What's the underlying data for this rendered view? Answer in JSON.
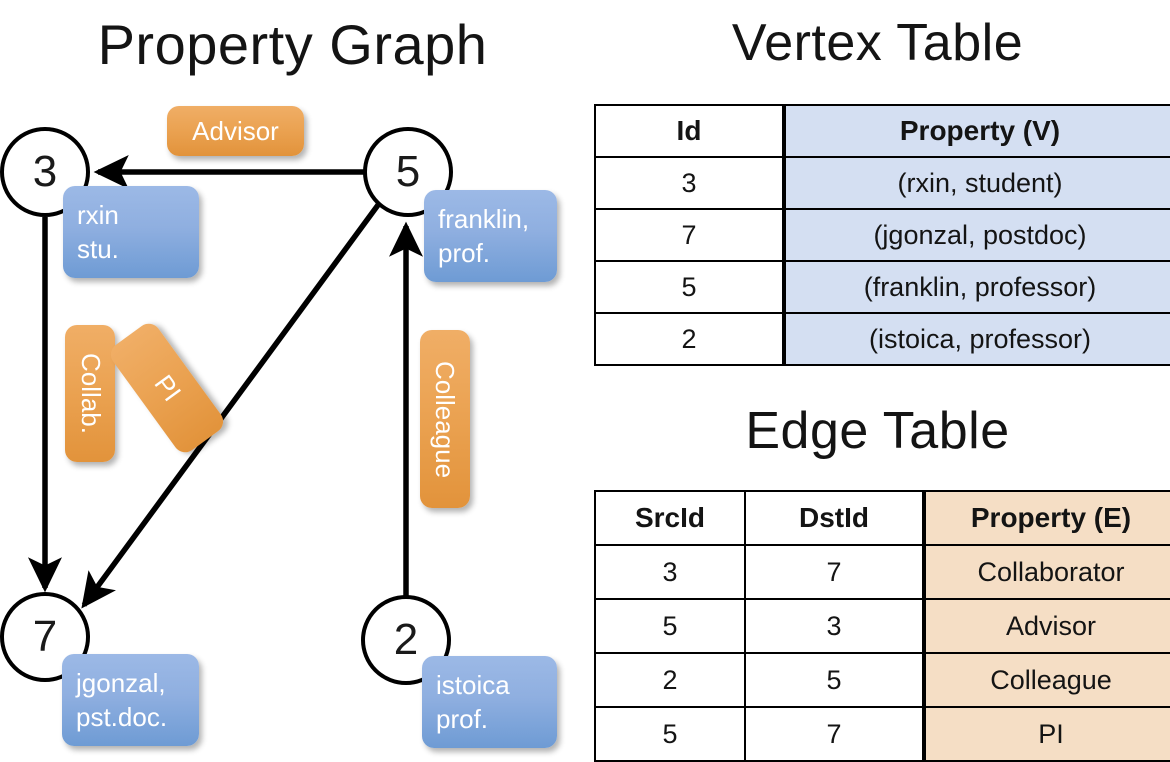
{
  "titles": {
    "graph": "Property Graph",
    "vertex_table": "Vertex Table",
    "edge_table": "Edge Table"
  },
  "graph": {
    "nodes": [
      {
        "id": "3",
        "property": "rxin\nstu."
      },
      {
        "id": "5",
        "property": "franklin,\nprof."
      },
      {
        "id": "7",
        "property": "jgonzal,\npst.doc."
      },
      {
        "id": "2",
        "property": "istoica\nprof."
      }
    ],
    "node_labels": {
      "n3": "3",
      "n5": "5",
      "n7": "7",
      "n2": "2"
    },
    "vertex_props": {
      "rxin_line1": "rxin",
      "rxin_line2": "stu.",
      "franklin_line1": "franklin,",
      "franklin_line2": "prof.",
      "jgonzal_line1": "jgonzal,",
      "jgonzal_line2": "pst.doc.",
      "istoica_line1": "istoica",
      "istoica_line2": "prof."
    },
    "edge_labels": {
      "advisor": "Advisor",
      "collab": "Collab.",
      "pi": "PI",
      "colleague": "Colleague"
    },
    "edges": [
      {
        "from": "5",
        "to": "3",
        "label": "Advisor"
      },
      {
        "from": "3",
        "to": "7",
        "label": "Collab."
      },
      {
        "from": "5",
        "to": "7",
        "label": "PI"
      },
      {
        "from": "2",
        "to": "5",
        "label": "Colleague"
      }
    ]
  },
  "vertex_table": {
    "headers": [
      "Id",
      "Property (V)"
    ],
    "rows": [
      {
        "id": "3",
        "property": "(rxin, student)"
      },
      {
        "id": "7",
        "property": "(jgonzal, postdoc)"
      },
      {
        "id": "5",
        "property": "(franklin, professor)"
      },
      {
        "id": "2",
        "property": "(istoica, professor)"
      }
    ]
  },
  "edge_table": {
    "headers": [
      "SrcId",
      "DstId",
      "Property (E)"
    ],
    "rows": [
      {
        "src": "3",
        "dst": "7",
        "property": "Collaborator"
      },
      {
        "src": "5",
        "dst": "3",
        "property": "Advisor"
      },
      {
        "src": "2",
        "dst": "5",
        "property": "Colleague"
      },
      {
        "src": "5",
        "dst": "7",
        "property": "PI"
      }
    ]
  },
  "colors": {
    "vertex_cell": "#D4DFF2",
    "edge_cell": "#F5DEC5",
    "vertex_box": "#8FAFE0",
    "edge_box": "#EBA353",
    "stroke": "#000000"
  }
}
